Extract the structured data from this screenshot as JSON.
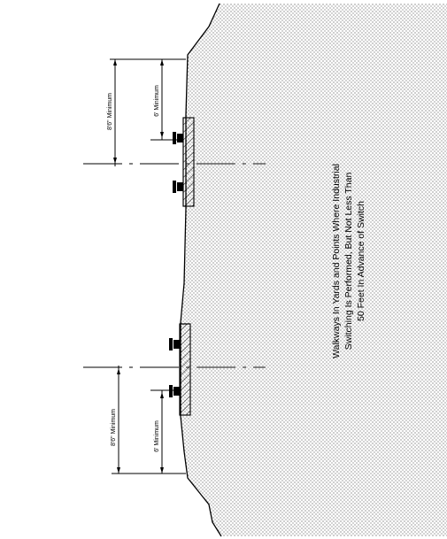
{
  "diagram": {
    "upper": {
      "overall_clearance": "8'6\" Minimum",
      "walkway_clearance": "6' Minimum"
    },
    "lower": {
      "overall_clearance": "8'6\" Minimum",
      "walkway_clearance": "6' Minimum"
    },
    "caption": {
      "line1": "Walkways In Yards and Points Where Industrial",
      "line2": "Switching Is Performed, But Not Less Than",
      "line3": "50 Feet In Advance of Switch"
    }
  }
}
